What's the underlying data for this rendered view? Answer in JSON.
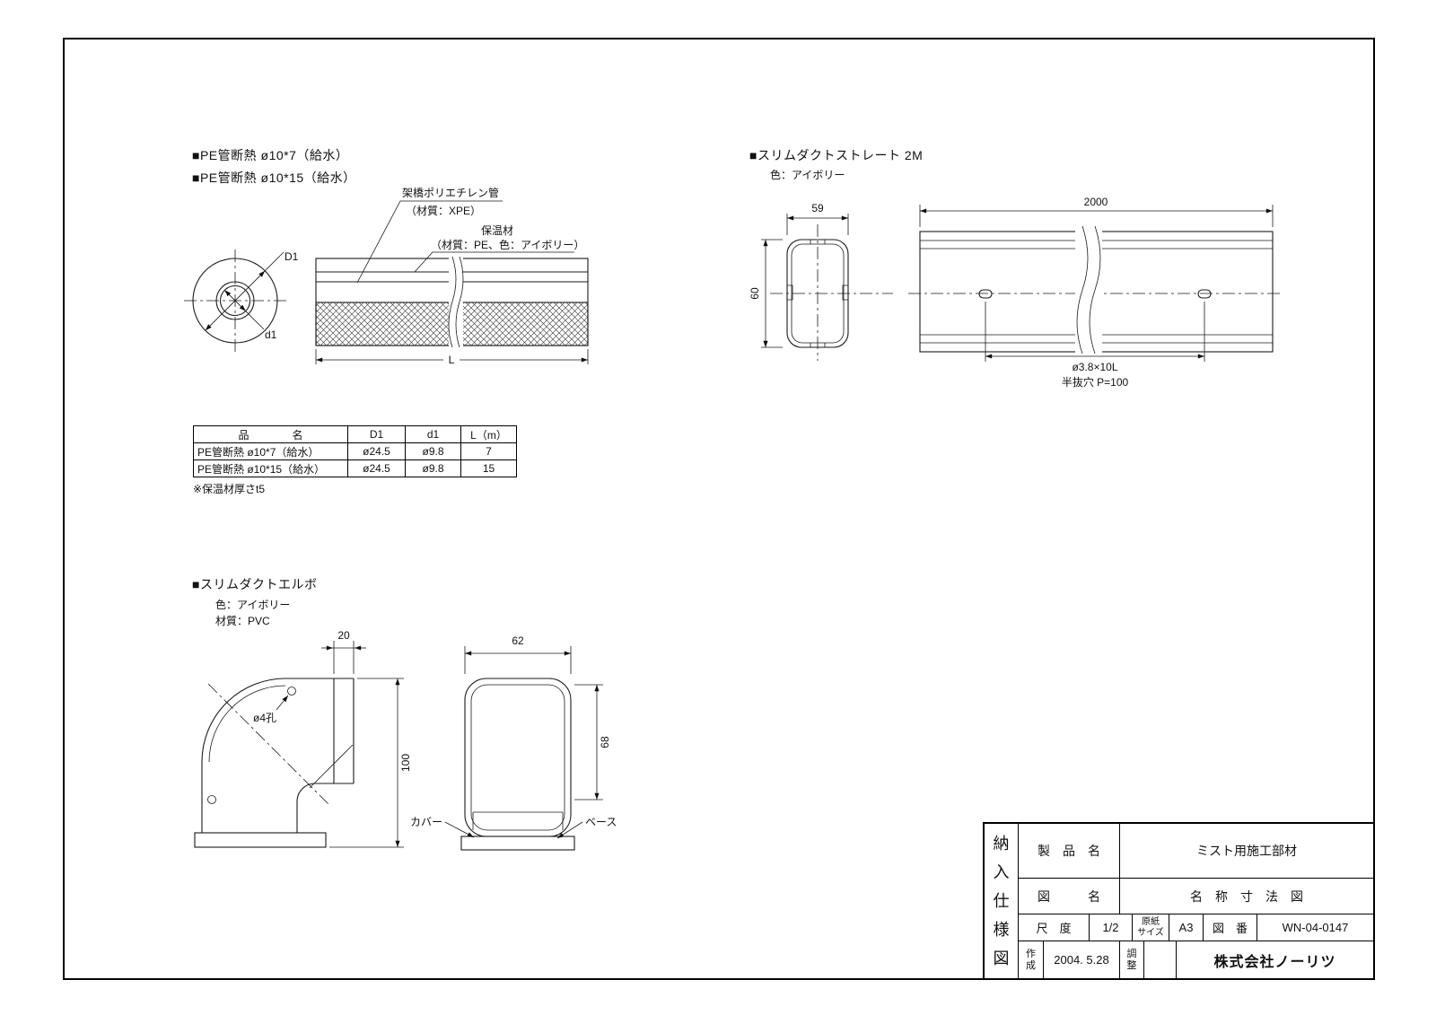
{
  "sections": {
    "pe": {
      "title1": "■PE管断熱 ø10*7（給水）",
      "title2": "■PE管断熱 ø10*15（給水）",
      "note": "※保温材厚さt5"
    },
    "straight": {
      "title": "■スリムダクトストレート 2M",
      "color": "色：アイボリー"
    },
    "elbow": {
      "title": "■スリムダクトエルボ",
      "color": "色：アイボリー",
      "material": "材質：PVC"
    }
  },
  "labels": {
    "pipe_material_1": "架橋ポリエチレン管",
    "pipe_material_2": "（材質：XPE）",
    "insulation_1": "保温材",
    "insulation_2": "（材質：PE、色：アイボリー）",
    "dim_D1": "D1",
    "dim_d1": "d1",
    "dim_L": "L",
    "duct_width": "59",
    "duct_height": "60",
    "duct_length": "2000",
    "hole_spec": "ø3.8×10L",
    "hole_pitch": "半抜穴 P=100",
    "elbow_end_width": "20",
    "elbow_hole": "ø4孔",
    "elbow_height": "100",
    "elbow_sec_width": "62",
    "elbow_sec_height": "68",
    "cover": "カバー",
    "base": "ベース"
  },
  "spec_table": {
    "headers": {
      "name": "品　　　　名",
      "d_outer": "D1",
      "d_inner": "d1",
      "length": "L（m）"
    },
    "rows": [
      {
        "name": "PE管断熱 ø10*7（給水）",
        "d_outer": "ø24.5",
        "d_inner": "ø9.8",
        "length": "7"
      },
      {
        "name": "PE管断熱 ø10*15（給水）",
        "d_outer": "ø24.5",
        "d_inner": "ø9.8",
        "length": "15"
      }
    ]
  },
  "title_block": {
    "doc_type": "納\n入\n仕\n様\n図",
    "product_label": "製　品　名",
    "product_value": "ミスト用施工部材",
    "drawing_label": "図　　　名",
    "drawing_value": "名　称　寸　法　図",
    "scale_label": "尺　度",
    "scale_value": "1/2",
    "paper_label": "原紙\nサイズ",
    "paper_value": "A3",
    "number_label": "図　番",
    "number_value": "WN-04-0147",
    "created_label": "作\n成",
    "created_value": "2004. 5.28",
    "adjust_label": "調\n整",
    "company": "株式会社ノーリツ"
  }
}
